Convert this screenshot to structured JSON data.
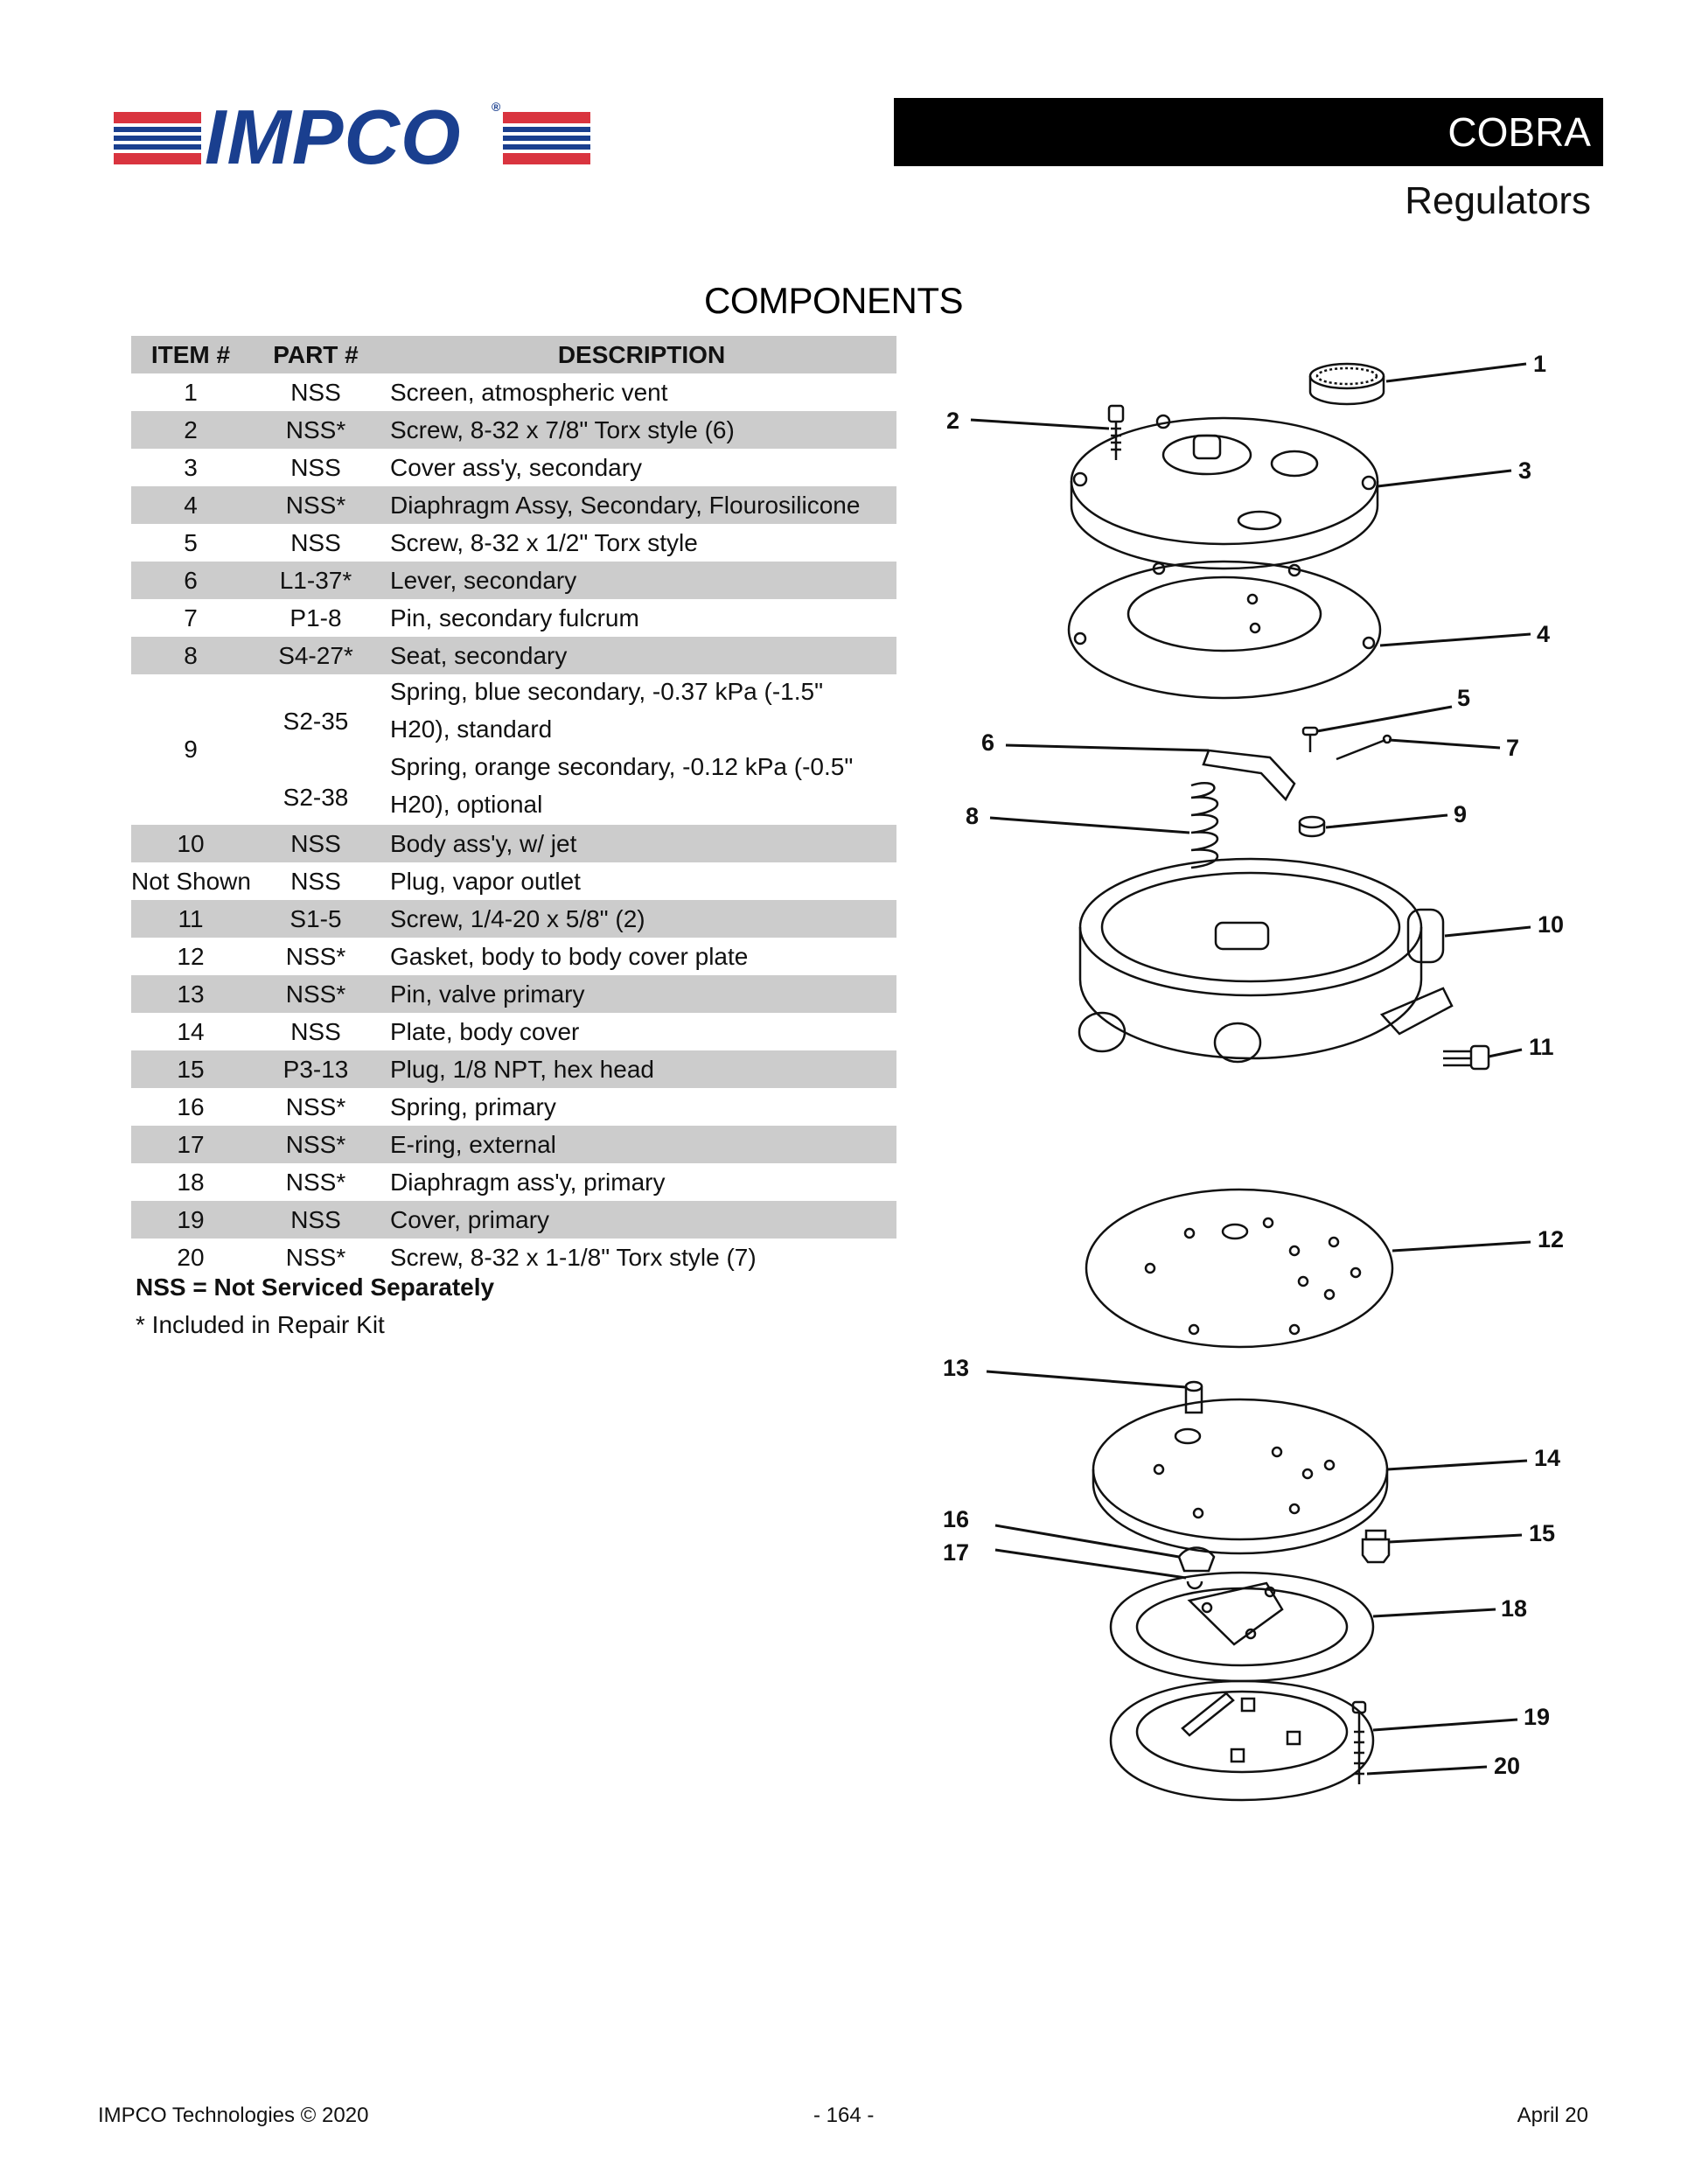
{
  "brand": {
    "logo_text": "IMPCO",
    "logo_mark": "®",
    "colors": {
      "logo_blue": "#1a3f8f",
      "logo_red": "#d9343f",
      "header_band": "#000000",
      "row_shade": "#cccccc"
    }
  },
  "header": {
    "title": "COBRA",
    "subtitle": "Regulators"
  },
  "section_title": "COMPONENTS",
  "table": {
    "columns": [
      "ITEM #",
      "PART #",
      "DESCRIPTION"
    ],
    "rows": [
      {
        "item": "1",
        "part": "NSS",
        "desc": "Screen, atmospheric vent"
      },
      {
        "item": "2",
        "part": "NSS*",
        "desc": "Screw, 8-32 x 7/8\" Torx style (6)"
      },
      {
        "item": "3",
        "part": "NSS",
        "desc": "Cover ass'y, secondary"
      },
      {
        "item": "4",
        "part": "NSS*",
        "desc": "Diaphragm Assy, Secondary, Flourosilicone"
      },
      {
        "item": "5",
        "part": "NSS",
        "desc": "Screw, 8-32 x 1/2\" Torx style"
      },
      {
        "item": "6",
        "part": "L1-37*",
        "desc": "Lever, secondary"
      },
      {
        "item": "7",
        "part": "P1-8",
        "desc": "Pin, secondary fulcrum"
      },
      {
        "item": "8",
        "part": "S4-27*",
        "desc": "Seat, secondary"
      },
      {
        "item": "9",
        "part_a": "S2-35",
        "part_b": "S2-38",
        "desc_lines": [
          "Spring, blue secondary, -0.37 kPa  (-1.5\"",
          "H20), standard",
          "Spring, orange secondary, -0.12 kPa (-0.5\"",
          "H20), optional"
        ]
      },
      {
        "item": "10",
        "part": "NSS",
        "desc": "Body ass'y, w/ jet"
      },
      {
        "item": "Not Shown",
        "part": "NSS",
        "desc": "Plug, vapor outlet"
      },
      {
        "item": "11",
        "part": "S1-5",
        "desc": "Screw, 1/4-20 x 5/8\" (2)"
      },
      {
        "item": "12",
        "part": "NSS*",
        "desc": "Gasket, body to body cover plate"
      },
      {
        "item": "13",
        "part": "NSS*",
        "desc": "Pin, valve primary"
      },
      {
        "item": "14",
        "part": "NSS",
        "desc": "Plate, body cover"
      },
      {
        "item": "15",
        "part": "P3-13",
        "desc": "Plug, 1/8 NPT, hex head"
      },
      {
        "item": "16",
        "part": "NSS*",
        "desc": "Spring, primary"
      },
      {
        "item": "17",
        "part": "NSS*",
        "desc": "E-ring, external"
      },
      {
        "item": "18",
        "part": "NSS*",
        "desc": "Diaphragm ass'y, primary"
      },
      {
        "item": "19",
        "part": "NSS",
        "desc": "Cover, primary"
      },
      {
        "item": "20",
        "part": "NSS*",
        "desc": "Screw, 8-32 x 1-1/8\" Torx style (7)"
      }
    ]
  },
  "notes": {
    "nss": "NSS = Not Serviced Separately",
    "kit": "* Included in Repair Kit"
  },
  "diagram": {
    "callouts": [
      "1",
      "2",
      "3",
      "4",
      "5",
      "6",
      "7",
      "8",
      "9",
      "10",
      "11",
      "12",
      "13",
      "14",
      "15",
      "16",
      "17",
      "18",
      "19",
      "20"
    ]
  },
  "footer": {
    "left": "IMPCO Technologies © 2020",
    "center": "- 164 -",
    "right": "April 20"
  }
}
